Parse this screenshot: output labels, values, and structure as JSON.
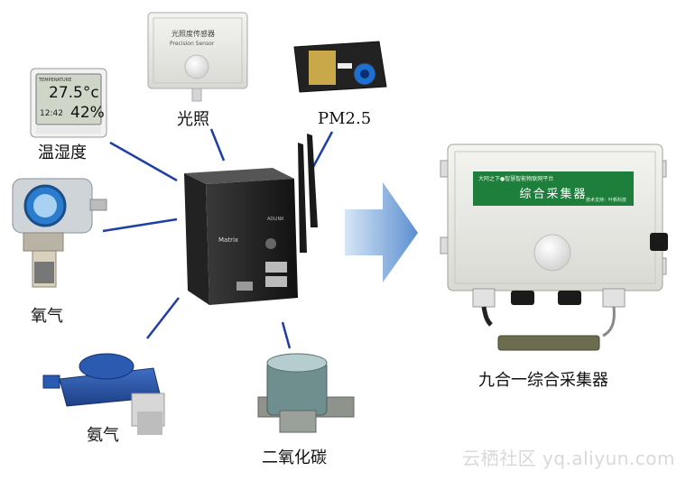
{
  "labels": {
    "thermo": "温湿度",
    "light": "光照",
    "pm25": "PM2.5",
    "oxygen": "氧气",
    "ammonia": "氨气",
    "co2": "二氧化碳",
    "collector": "九合一综合采集器"
  },
  "thermometer_display": {
    "header": "TEMPERATURE",
    "temp": "27.5°c",
    "humidity": "42%",
    "time": "12:42"
  },
  "light_sensor_text": {
    "name_cn": "光照度传感器",
    "name_en": "Precision Sensor"
  },
  "gateway_text": {
    "brand": "Matrix",
    "model": "ADLINK"
  },
  "collector_plate": {
    "small_text": "大阿之下●智慧智能物联网平台",
    "title": "综合采集器",
    "tiny_text": "技术支持：叶帆科技"
  },
  "watermark": "云栖社区 yq.aliyun.com",
  "colors": {
    "link_line": "#1e3fa6",
    "arrow": "#6f9fd6",
    "plate_green": "#1e7e3c"
  }
}
